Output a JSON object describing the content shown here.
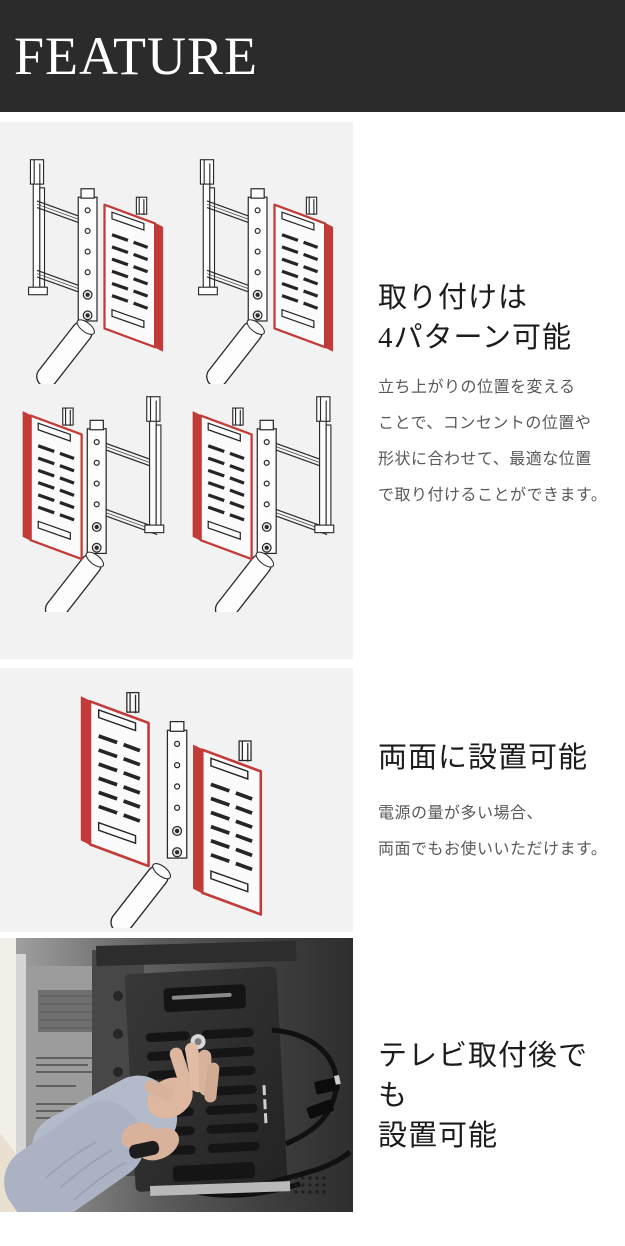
{
  "header": {
    "title": "FEATURE",
    "bg_color": "#2b2b2b",
    "text_color": "#ffffff"
  },
  "theme": {
    "accent_red": "#c23b38",
    "card_bg": "#f2f2f2",
    "heading_color": "#1c1c1c",
    "body_color": "#595959"
  },
  "sections": [
    {
      "id": "mount-patterns",
      "heading_lines": [
        "取り付けは",
        "4パターン可能"
      ],
      "body_lines": [
        "立ち上がりの位置を変える",
        "ことで、コンセントの位置や",
        "形状に合わせて、最適な位置",
        "で取り付けることができます。"
      ],
      "illustration": "four-mount-pattern-diagrams"
    },
    {
      "id": "both-sides",
      "heading_lines": [
        "両面に設置可能"
      ],
      "body_lines": [
        "電源の量が多い場合、",
        "両面でもお使いいただけます。"
      ],
      "illustration": "double-sided-panel-diagram"
    },
    {
      "id": "after-tv-install",
      "heading_lines": [
        "テレビ取付後でも",
        "設置可能"
      ],
      "body_lines": [],
      "illustration": "hands-installing-panel-photo"
    }
  ]
}
